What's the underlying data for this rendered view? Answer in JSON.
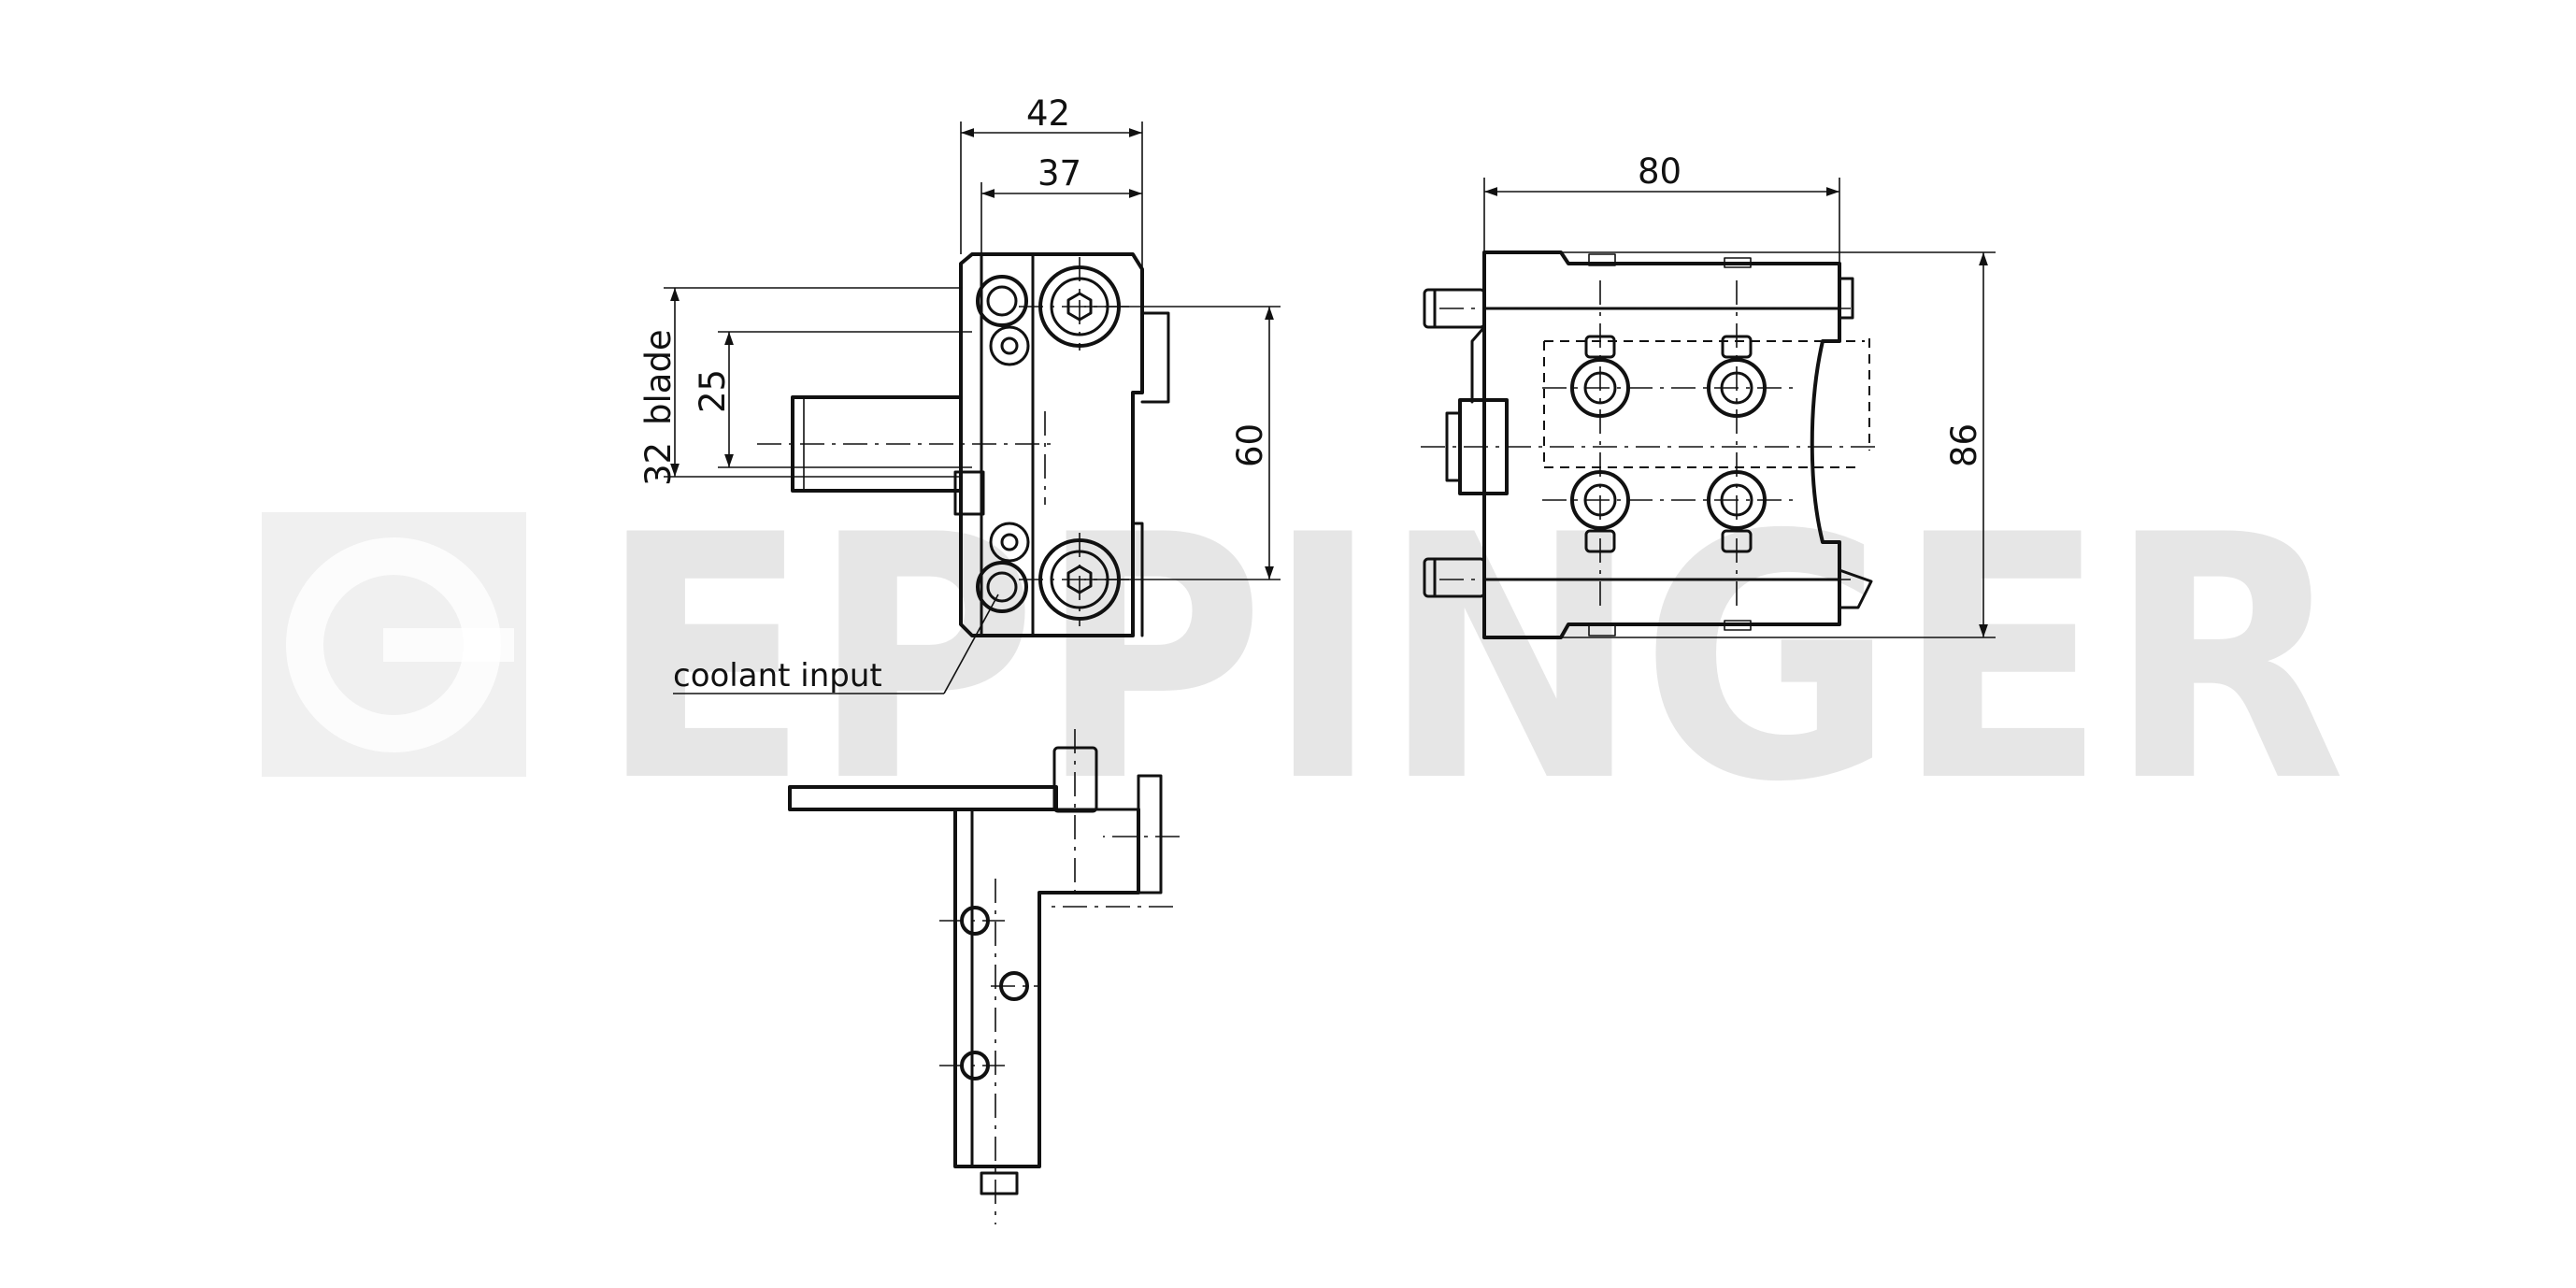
{
  "watermark": {
    "text": "EPPINGER",
    "color": "#d9d9d9"
  },
  "dimensions": {
    "d42": "42",
    "d37": "37",
    "d80": "80",
    "d60": "60",
    "d86": "86",
    "d25": "25",
    "d32": "32",
    "blade": "blade"
  },
  "labels": {
    "coolant_input": "coolant  input"
  }
}
